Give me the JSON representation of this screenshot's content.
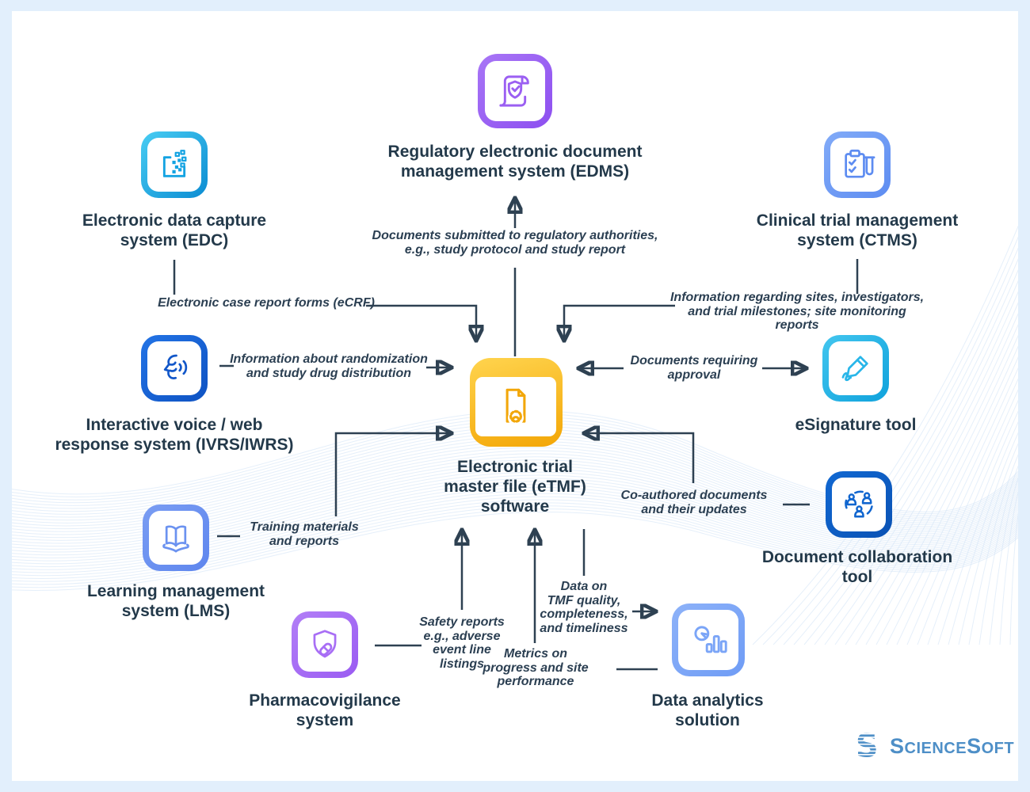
{
  "nodes": {
    "edms": {
      "label": "Regulatory electronic document\nmanagement system (EDMS)",
      "color": "#9b5ff2",
      "icon": "scroll-shield-check-icon"
    },
    "edc": {
      "label": "Electronic data capture\nsystem (EDC)",
      "color": "#1ba8e0",
      "icon": "data-capture-box-icon"
    },
    "ctms": {
      "label": "Clinical trial management\nsystem (CTMS)",
      "color": "#6d9cf5",
      "icon": "clipboard-testtube-icon"
    },
    "ivrs": {
      "label": "Interactive voice / web\nresponse system (IVRS/IWRS)",
      "color": "#1961d2",
      "icon": "speaking-face-icon"
    },
    "esignature": {
      "label": "eSignature tool",
      "color": "#1fb2e8",
      "icon": "signature-pen-icon"
    },
    "etmf": {
      "label": "Electronic trial\nmaster file (eTMF)\nsoftware",
      "color": "#f7b500",
      "icon": "document-gear-icon"
    },
    "collab": {
      "label": "Document collaboration\ntool",
      "color": "#0d5cc1",
      "icon": "people-network-icon"
    },
    "lms": {
      "label": "Learning management\nsystem (LMS)",
      "color": "#6b92f0",
      "icon": "open-book-icon"
    },
    "pharma": {
      "label": "Pharmacovigilance\nsystem",
      "color": "#aa6cf5",
      "icon": "shield-pill-icon"
    },
    "analytics": {
      "label": "Data analytics\nsolution",
      "color": "#7aa7f7",
      "icon": "pie-bars-chart-icon"
    }
  },
  "edges": {
    "to_edms": {
      "label": "Documents submitted to regulatory authorities,\ne.g., study protocol and study report"
    },
    "from_edc": {
      "label": "Electronic case report forms (eCRF)"
    },
    "from_ctms": {
      "label": "Information regarding sites, investigators,\nand trial milestones; site monitoring reports"
    },
    "from_ivrs": {
      "label": "Information about randomization\nand study drug distribution"
    },
    "to_esignature": {
      "label": "Documents requiring\napproval"
    },
    "with_collab": {
      "label": "Co-authored documents\nand their updates"
    },
    "from_lms": {
      "label": "Training materials\nand reports"
    },
    "from_pharma": {
      "label": "Safety reports\ne.g., adverse\nevent line\nlistings"
    },
    "from_analytics": {
      "label": "Metrics on\nprogress and site\nperformance"
    },
    "to_analytics": {
      "label": "Data on\nTMF quality,\ncompleteness,\nand timeliness"
    }
  },
  "logo": {
    "mark": "S",
    "part1": "S",
    "part2": "cience",
    "part3": "S",
    "part4": "oft",
    "color": "#4e8fc7"
  },
  "style": {
    "line_color": "#2e4152",
    "title_color": "#23394a",
    "background": "#e2effc",
    "panel": "#ffffff"
  }
}
